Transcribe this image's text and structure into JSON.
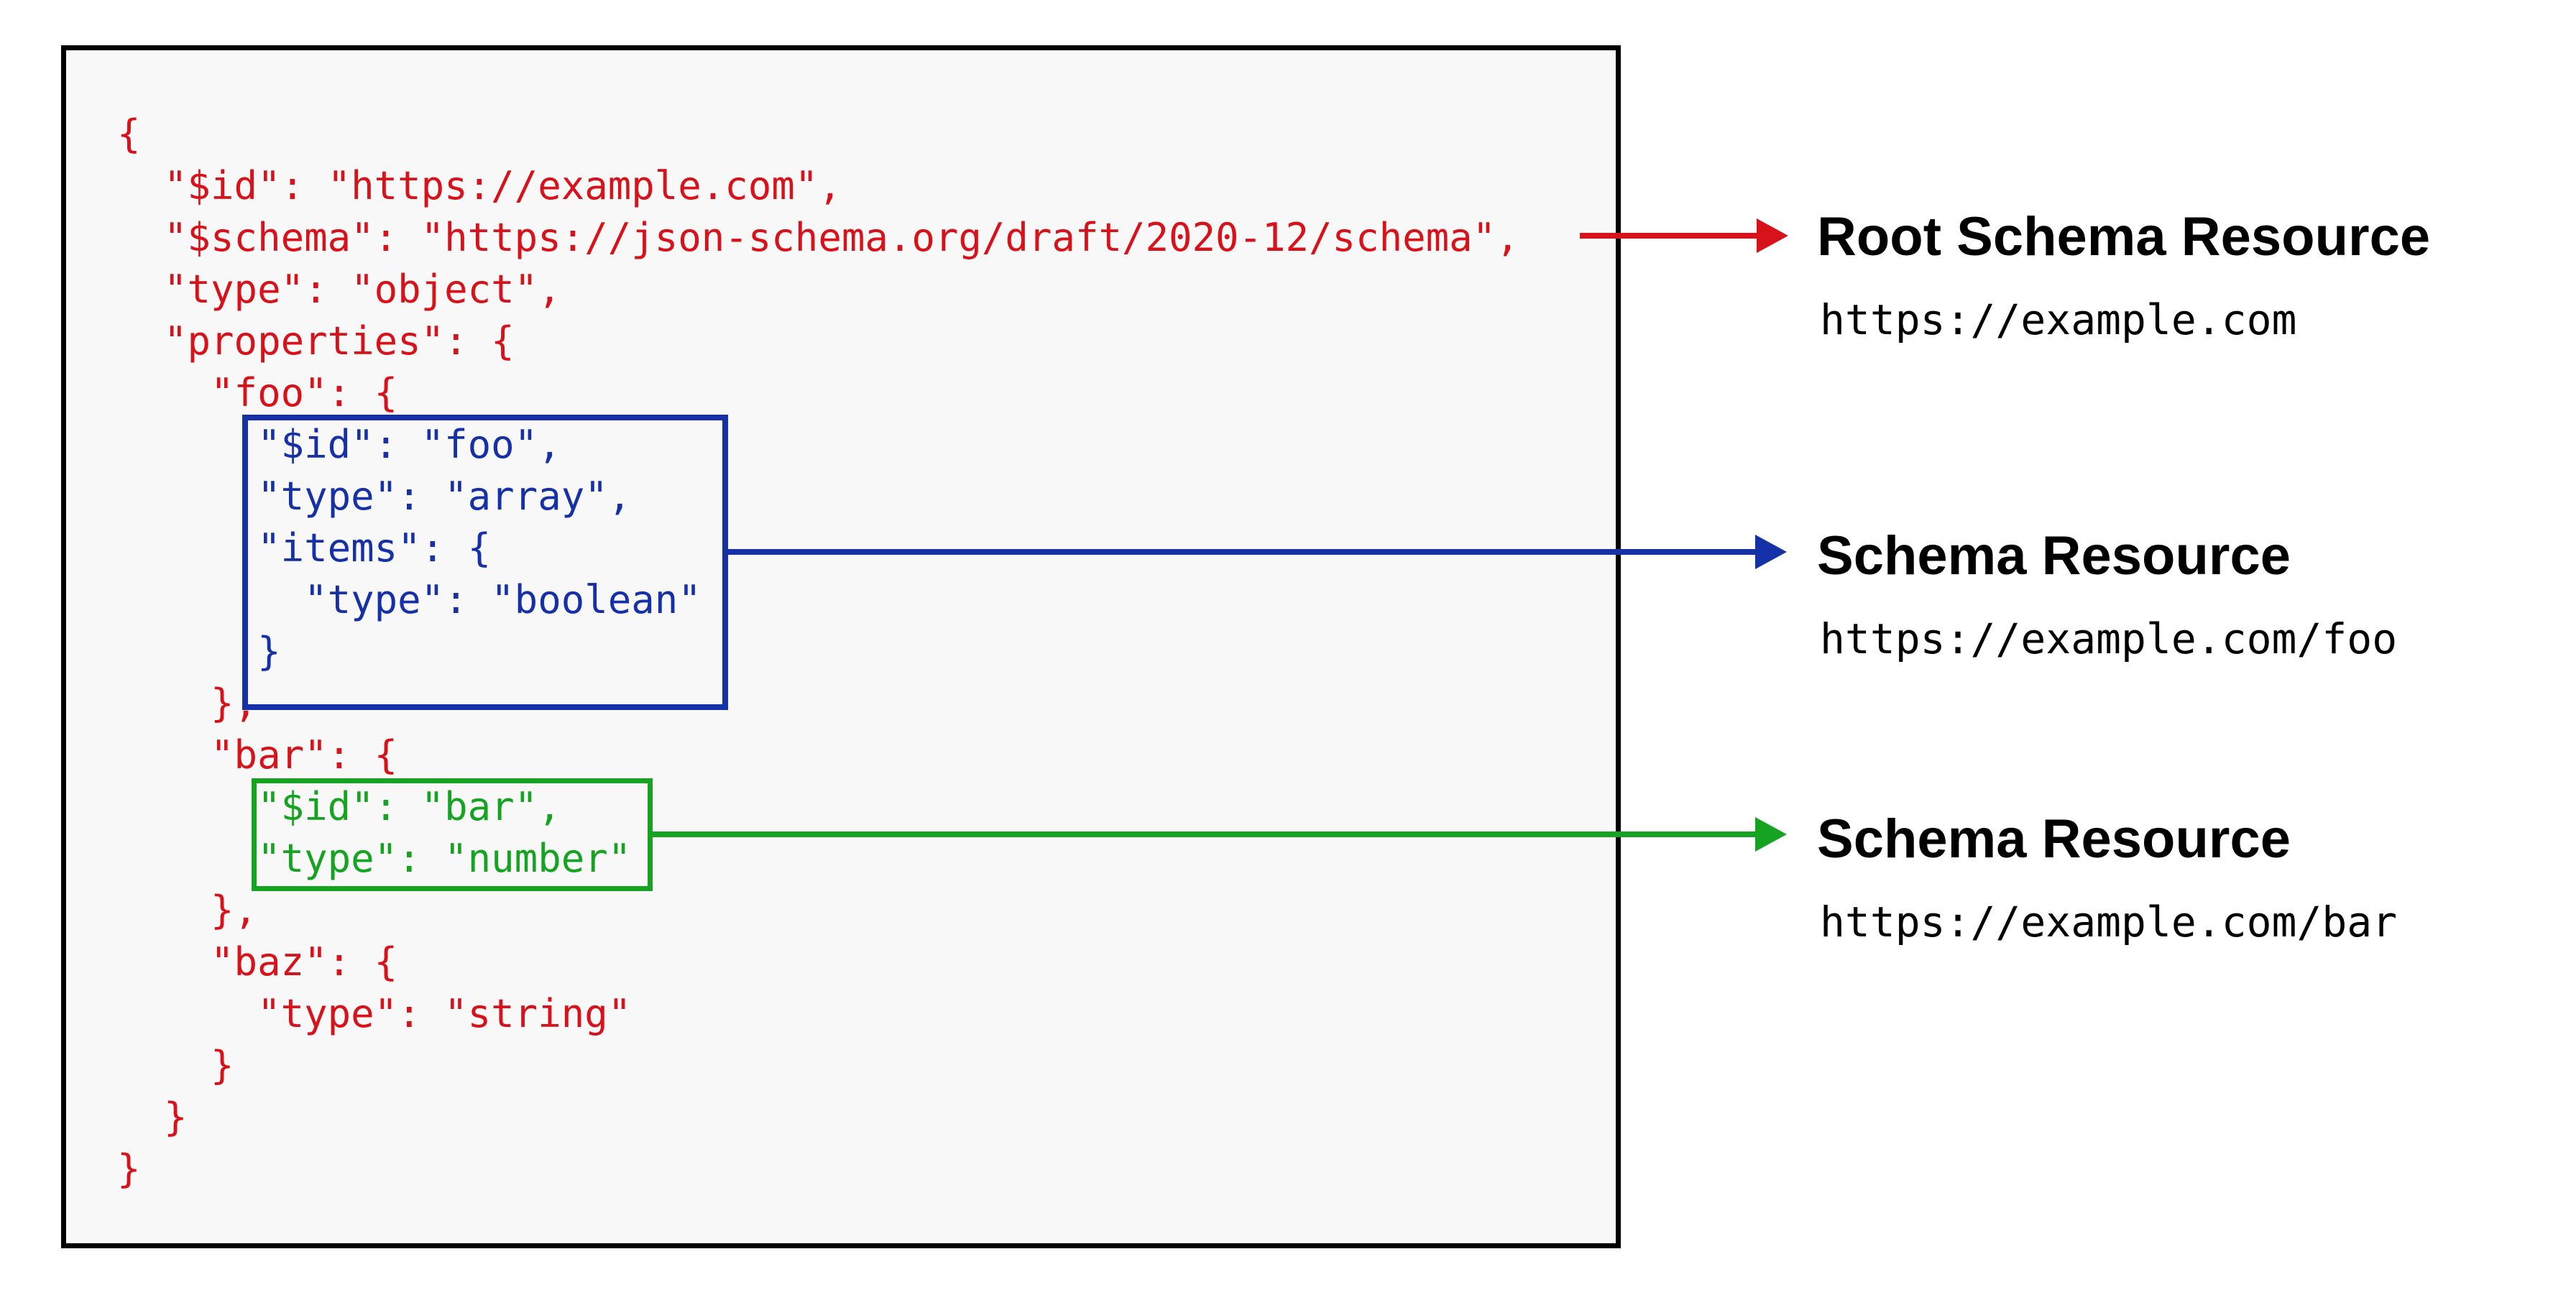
{
  "code": {
    "lines": [
      {
        "text": "{"
      },
      {
        "text": "  \"$id\": \"https://example.com\","
      },
      {
        "text": "  \"$schema\": \"https://json-schema.org/draft/2020-12/schema\","
      },
      {
        "text": "  \"type\": \"object\","
      },
      {
        "text": "  \"properties\": {"
      },
      {
        "text": "    \"foo\": {"
      },
      {
        "text": "      \"$id\": \"foo\","
      },
      {
        "text": "      \"type\": \"array\","
      },
      {
        "text": "      \"items\": {"
      },
      {
        "text": "        \"type\": \"boolean\""
      },
      {
        "text": "      }"
      },
      {
        "text": "    },"
      },
      {
        "text": "    \"bar\": {"
      },
      {
        "text": "      \"$id\": \"bar\","
      },
      {
        "text": "      \"type\": \"number\""
      },
      {
        "text": "    },"
      },
      {
        "text": "    \"baz\": {"
      },
      {
        "text": "      \"type\": \"string\""
      },
      {
        "text": "    }"
      },
      {
        "text": "  }"
      },
      {
        "text": "}"
      }
    ]
  },
  "labels": [
    {
      "title": "Root Schema Resource",
      "url": "https://example.com"
    },
    {
      "title": "Schema Resource",
      "url": "https://example.com/foo"
    },
    {
      "title": "Schema Resource",
      "url": "https://example.com/bar"
    }
  ],
  "colors": {
    "red": "#d8121a",
    "blue": "#1630a8",
    "green": "#17a322",
    "ink": "#000000",
    "panel_bg": "#f8f8f8",
    "page_bg": "#ffffff"
  }
}
